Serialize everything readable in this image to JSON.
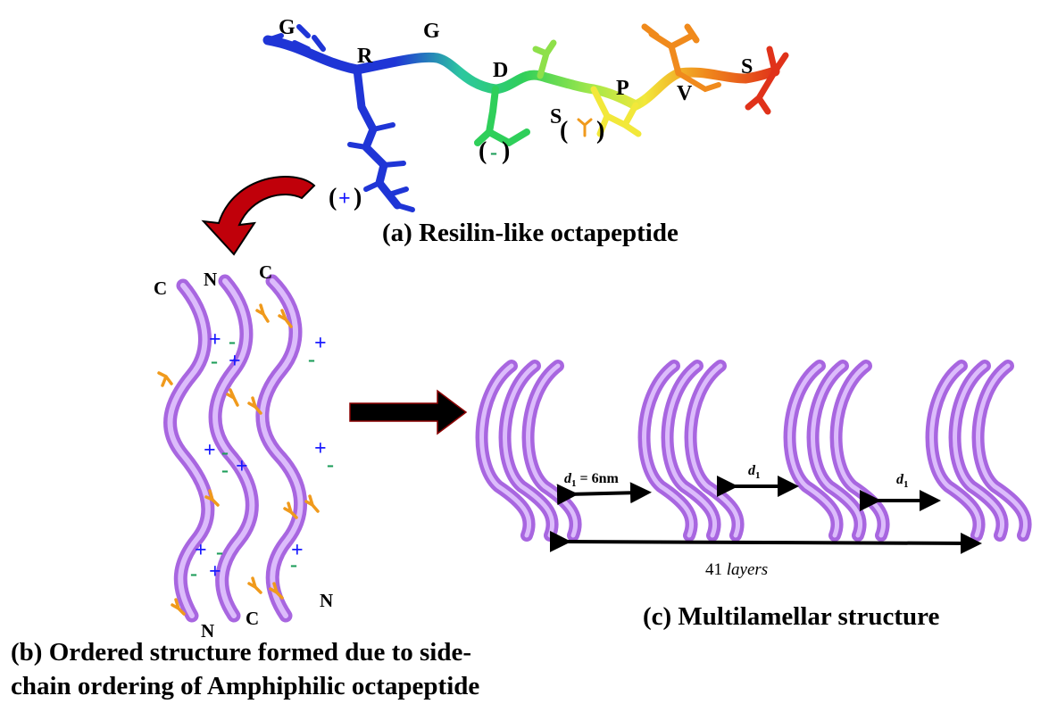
{
  "panel_a": {
    "caption": "(a) Resilin-like octapeptide",
    "residues": [
      "G",
      "R",
      "G",
      "D",
      "S",
      "P",
      "V",
      "S"
    ],
    "charge_positive": "+",
    "charge_negative": "-",
    "paren_open": "(",
    "paren_close": ")",
    "colors": {
      "blue": "#1f35d6",
      "green": "#2fcf5a",
      "yellow": "#f2e83a",
      "orange": "#f08a1c",
      "red": "#e0321a"
    }
  },
  "panel_b": {
    "caption_line1": "(b) Ordered structure formed due to side-",
    "caption_line2": "chain ordering of Amphiphilic octapeptide",
    "top_labels": [
      "C",
      "N",
      "C"
    ],
    "bottom_labels": [
      "N",
      "C",
      "N"
    ],
    "plus": "+",
    "minus": "-",
    "colors": {
      "fiber": "#c58ff0",
      "hydrophobic": "#f09a1c"
    }
  },
  "panel_c": {
    "caption": "(c) Multilamellar structure",
    "spacing_symbol": "d",
    "spacing_subscript": "1",
    "spacing_value": " = 6nm",
    "layers_count": "41",
    "layers_word": "layers"
  }
}
